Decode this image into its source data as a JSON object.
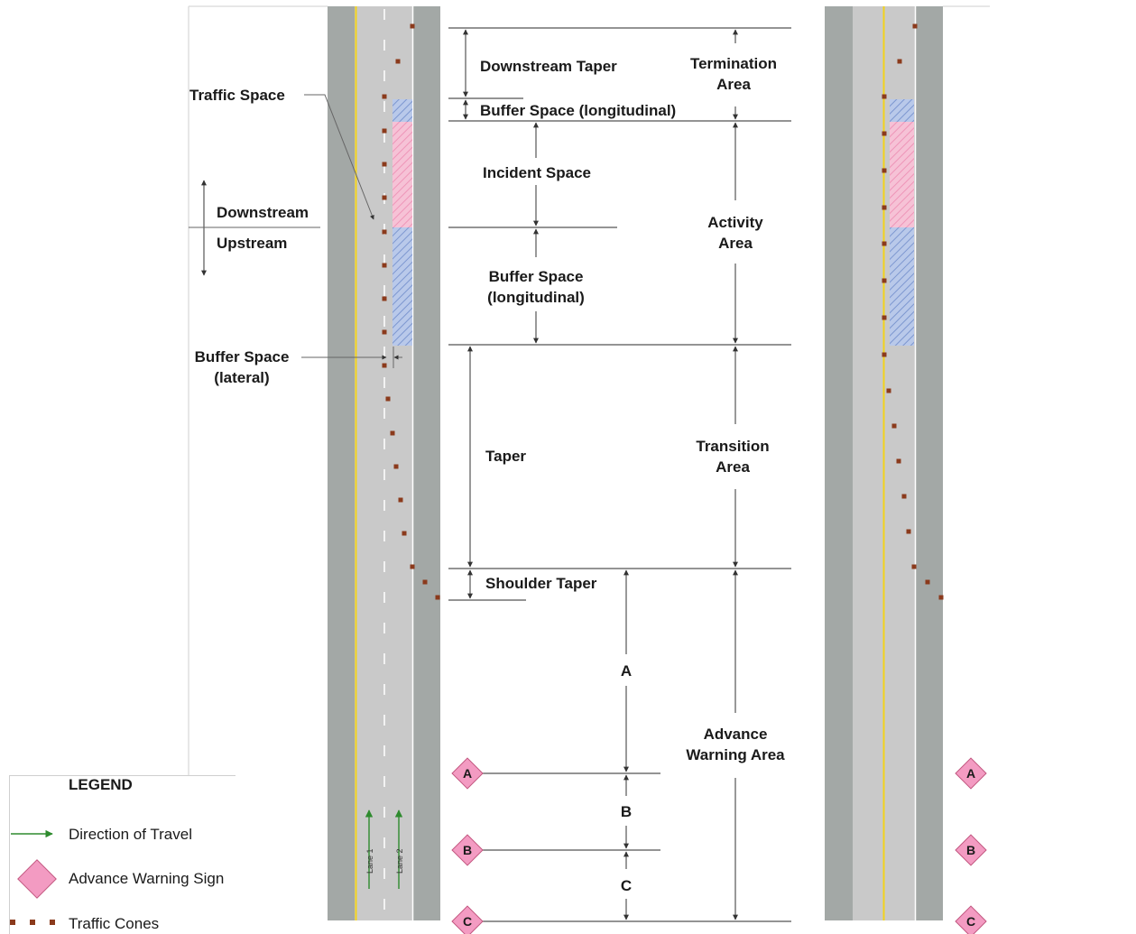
{
  "labels": {
    "traffic_space": "Traffic Space",
    "downstream": "Downstream",
    "upstream": "Upstream",
    "buffer_lateral_1": "Buffer Space",
    "buffer_lateral_2": "(lateral)",
    "downstream_taper": "Downstream Taper",
    "buffer_longitudinal_top": "Buffer Space (longitudinal)",
    "incident_space": "Incident Space",
    "buffer_longitudinal_1": "Buffer Space",
    "buffer_longitudinal_2": "(longitudinal)",
    "taper": "Taper",
    "shoulder_taper": "Shoulder Taper",
    "dim_a": "A",
    "dim_b": "B",
    "dim_c": "C"
  },
  "areas": {
    "termination_1": "Termination",
    "termination_2": "Area",
    "activity_1": "Activity",
    "activity_2": "Area",
    "transition_1": "Transition",
    "transition_2": "Area",
    "advance_1": "Advance",
    "advance_2": "Warning Area"
  },
  "lanes": {
    "lane1": "Lane 1",
    "lane2": "Lane 2"
  },
  "signs": [
    "A",
    "B",
    "C"
  ],
  "legend": {
    "title": "LEGEND",
    "direction": "Direction of Travel",
    "sign": "Advance Warning Sign",
    "cones": "Traffic Cones"
  },
  "colors": {
    "shoulder": "#a3a8a6",
    "road": "#c9c9c9",
    "center_line": "#f2d21c",
    "buffer_hatch": "#8ea8dc",
    "incident_hatch": "#f2a6c4",
    "cone": "#8b3a1c",
    "sign": "#f39bc2",
    "arrow": "#2e8b2e"
  }
}
